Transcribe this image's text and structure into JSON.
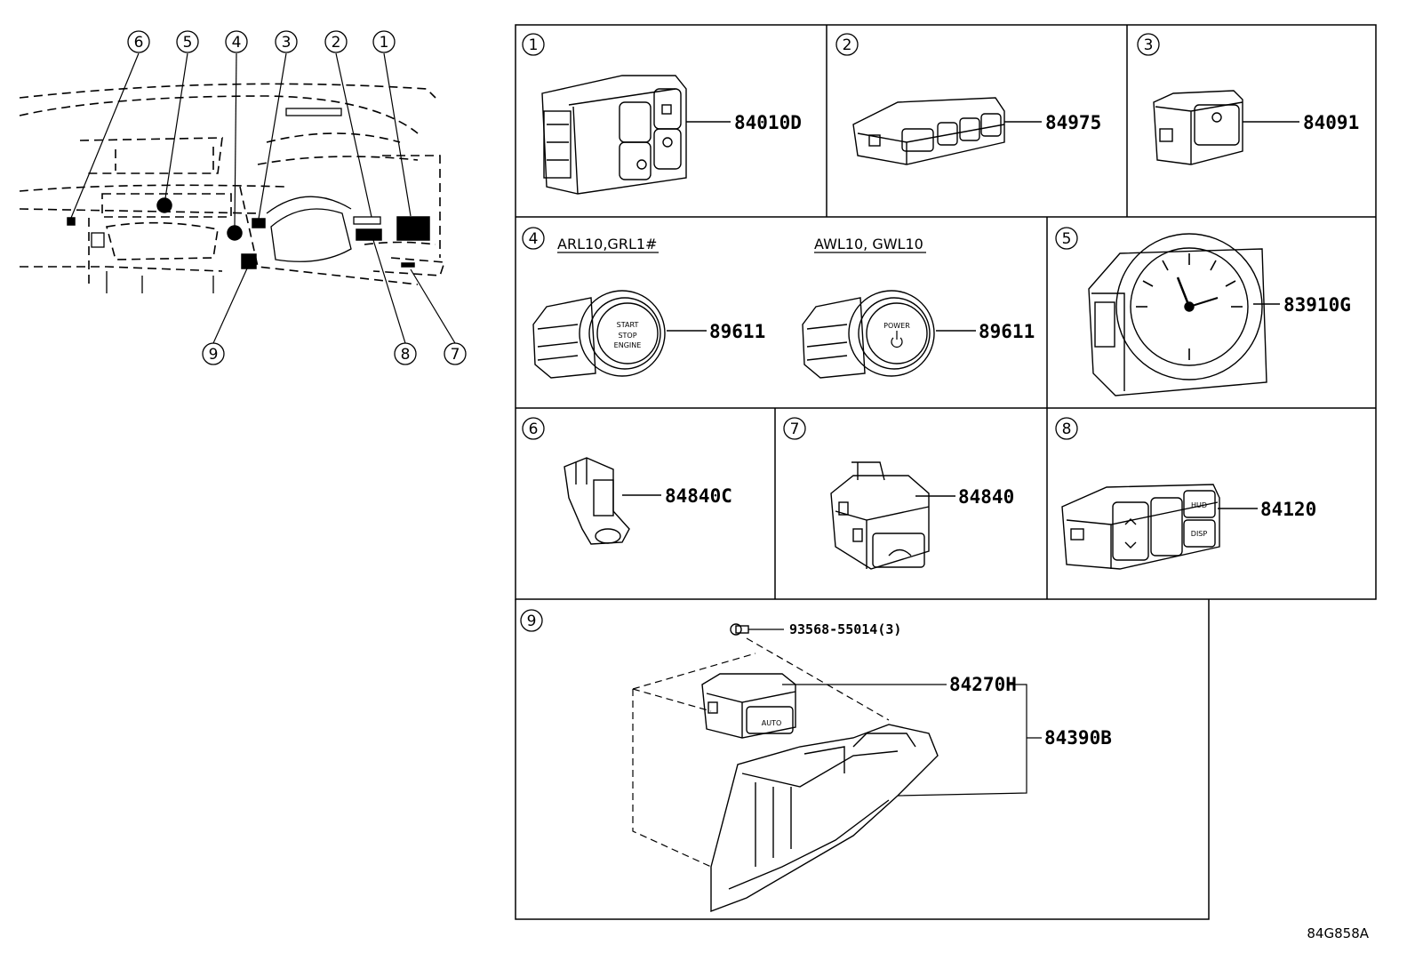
{
  "overview": {
    "callouts": [
      "1",
      "2",
      "3",
      "4",
      "5",
      "6",
      "7",
      "8",
      "9"
    ]
  },
  "panels": {
    "p1": {
      "num": "1",
      "part": "84010D"
    },
    "p2": {
      "num": "2",
      "part": "84975"
    },
    "p3": {
      "num": "3",
      "part": "84091"
    },
    "p4": {
      "num": "4",
      "variant_a": "ARL10,GRL1#",
      "part_a": "89611",
      "variant_b": "AWL10, GWL10",
      "part_b": "89611",
      "btn_a_l1": "START",
      "btn_a_l2": "STOP",
      "btn_a_l3": "ENGINE",
      "btn_b_l1": "POWER"
    },
    "p5": {
      "num": "5",
      "part": "83910G"
    },
    "p6": {
      "num": "6",
      "part": "84840C"
    },
    "p7": {
      "num": "7",
      "part": "84840"
    },
    "p8": {
      "num": "8",
      "part": "84120",
      "btn_hud": "HUD",
      "btn_disp": "DISP"
    },
    "p9": {
      "num": "9",
      "bolt": "93568-55014(3)",
      "part_a": "84270H",
      "part_b": "84390B",
      "btn_auto": "AUTO"
    }
  },
  "footer": {
    "code": "84G858A"
  }
}
